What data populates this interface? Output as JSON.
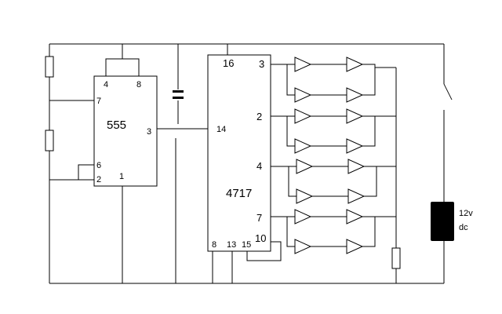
{
  "ic_555": {
    "label": "555",
    "pins": {
      "p4": "4",
      "p8": "8",
      "p7": "7",
      "p3": "3",
      "p6": "6",
      "p2": "2",
      "p1": "1"
    }
  },
  "ic_4717": {
    "label": "4717",
    "pins": {
      "p16": "16",
      "p14": "14",
      "p3": "3",
      "p2": "2",
      "p4": "4",
      "p7": "7",
      "p10": "10",
      "p8": "8",
      "p13": "13",
      "p15": "15"
    }
  },
  "power": {
    "voltage": "12v",
    "type": "dc"
  },
  "colors": {
    "ink": "#000000",
    "battery": "#000000",
    "background": "#ffffff"
  }
}
